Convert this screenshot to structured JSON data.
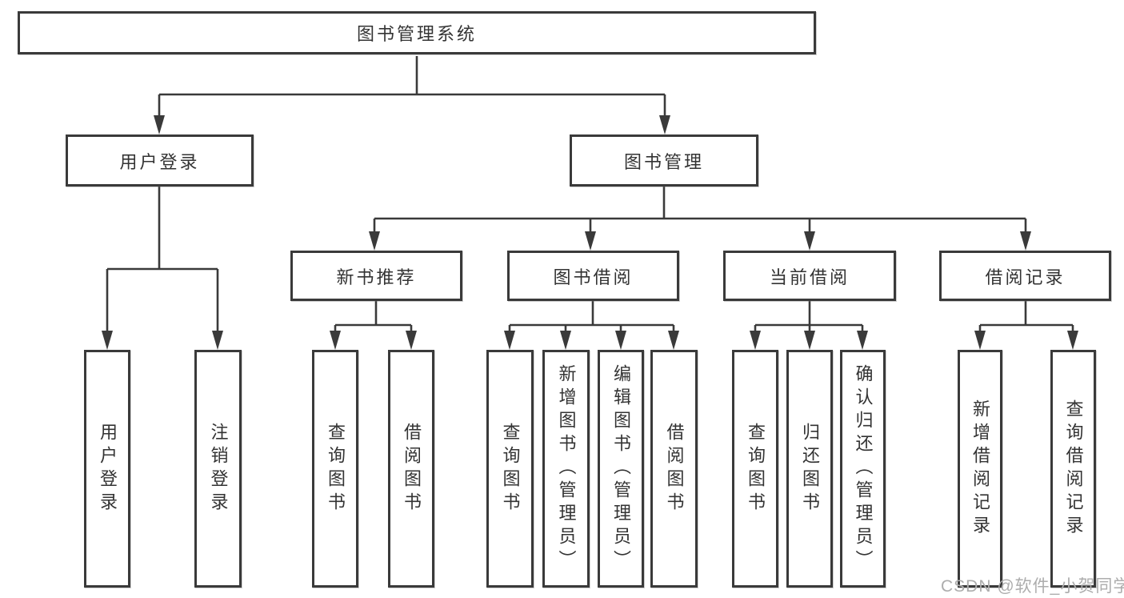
{
  "diagram": {
    "root": {
      "label": "图书管理系统"
    },
    "branches": [
      {
        "label": "用户登录"
      },
      {
        "label": "图书管理"
      }
    ],
    "modules": [
      {
        "label": "新书推荐"
      },
      {
        "label": "图书借阅"
      },
      {
        "label": "当前借阅"
      },
      {
        "label": "借阅记录"
      }
    ],
    "leaves": [
      {
        "label": "用户登录"
      },
      {
        "label": "注销登录"
      },
      {
        "label": "查询图书"
      },
      {
        "label": "借阅图书"
      },
      {
        "label": "查询图书"
      },
      {
        "label": "新增图书（管理员）"
      },
      {
        "label": "编辑图书（管理员）"
      },
      {
        "label": "借阅图书"
      },
      {
        "label": "查询图书"
      },
      {
        "label": "归还图书"
      },
      {
        "label": "确认归还（管理员）"
      },
      {
        "label": "新增借阅记录"
      },
      {
        "label": "查询借阅记录"
      }
    ]
  },
  "watermark": {
    "text": "CSDN @软件_小贺同学"
  },
  "colors": {
    "background": "#ffffff",
    "line": "#3a3a3a",
    "text": "#333333",
    "watermark": "#adadad"
  }
}
